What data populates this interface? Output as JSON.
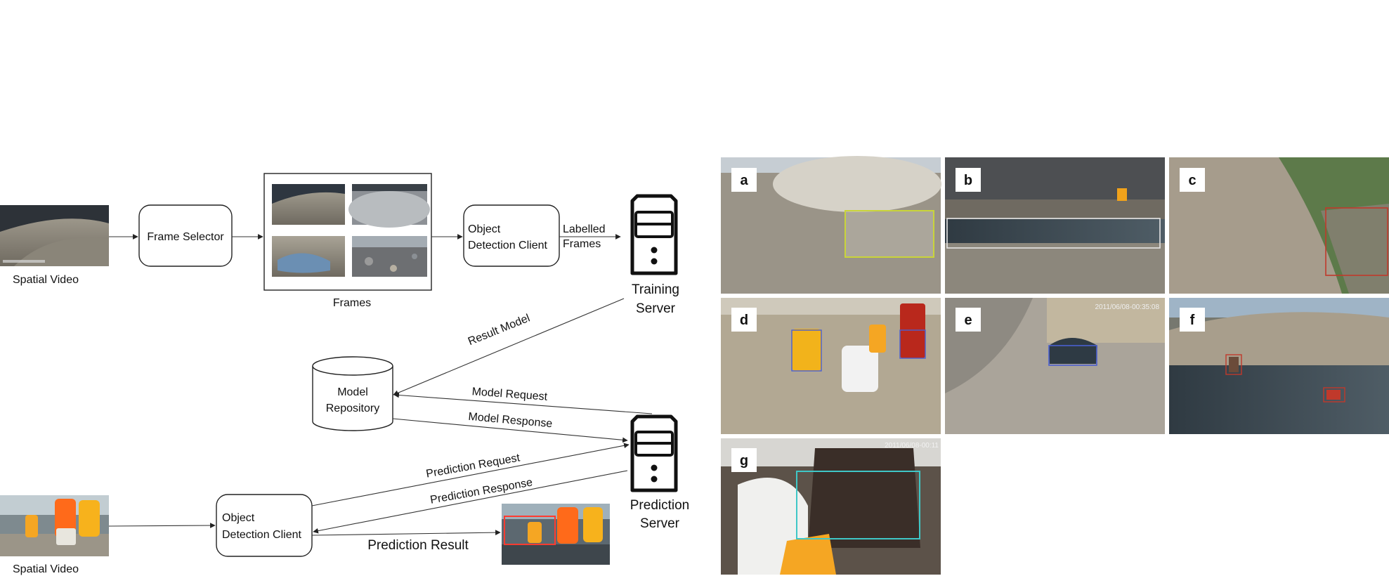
{
  "pipeline": {
    "spatial_video_top": "Spatial Video",
    "spatial_video_bottom": "Spatial Video",
    "frame_selector": "Frame Selector",
    "frames_caption": "Frames",
    "od_client_top_line1": "Object",
    "od_client_top_line2": "Detection Client",
    "labelled_frames_line1": "Labelled",
    "labelled_frames_line2": "Frames",
    "training_server_line1": "Training",
    "training_server_line2": "Server",
    "result_model": "Result Model",
    "model_repository_line1": "Model",
    "model_repository_line2": "Repository",
    "model_request": "Model Request",
    "model_response": "Model Response",
    "prediction_request": "Prediction Request",
    "prediction_response": "Prediction Response",
    "prediction_server_line1": "Prediction",
    "prediction_server_line2": "Server",
    "od_client_bottom_line1": "Object",
    "od_client_bottom_line2": "Detection Client",
    "prediction_result": "Prediction Result"
  },
  "examples": {
    "panels": [
      {
        "label": "a",
        "tint": "#9a9488"
      },
      {
        "label": "b",
        "tint": "#6f6a61"
      },
      {
        "label": "c",
        "tint": "#a69c8c"
      },
      {
        "label": "d",
        "tint": "#b2a893"
      },
      {
        "label": "e",
        "tint": "#aaa49a"
      },
      {
        "label": "f",
        "tint": "#76786f"
      },
      {
        "label": "g",
        "tint": "#5c5249"
      }
    ],
    "timestamp_e": "2011/06/08-00:35:08",
    "timestamp_g": "2011/06/08-00:11"
  },
  "colors": {
    "box_yellow": "#c9d43a",
    "box_white": "#e6e6e6",
    "box_red": "#c0392b",
    "box_blue": "#4a5fd0",
    "box_cyan": "#3fc7c7"
  }
}
